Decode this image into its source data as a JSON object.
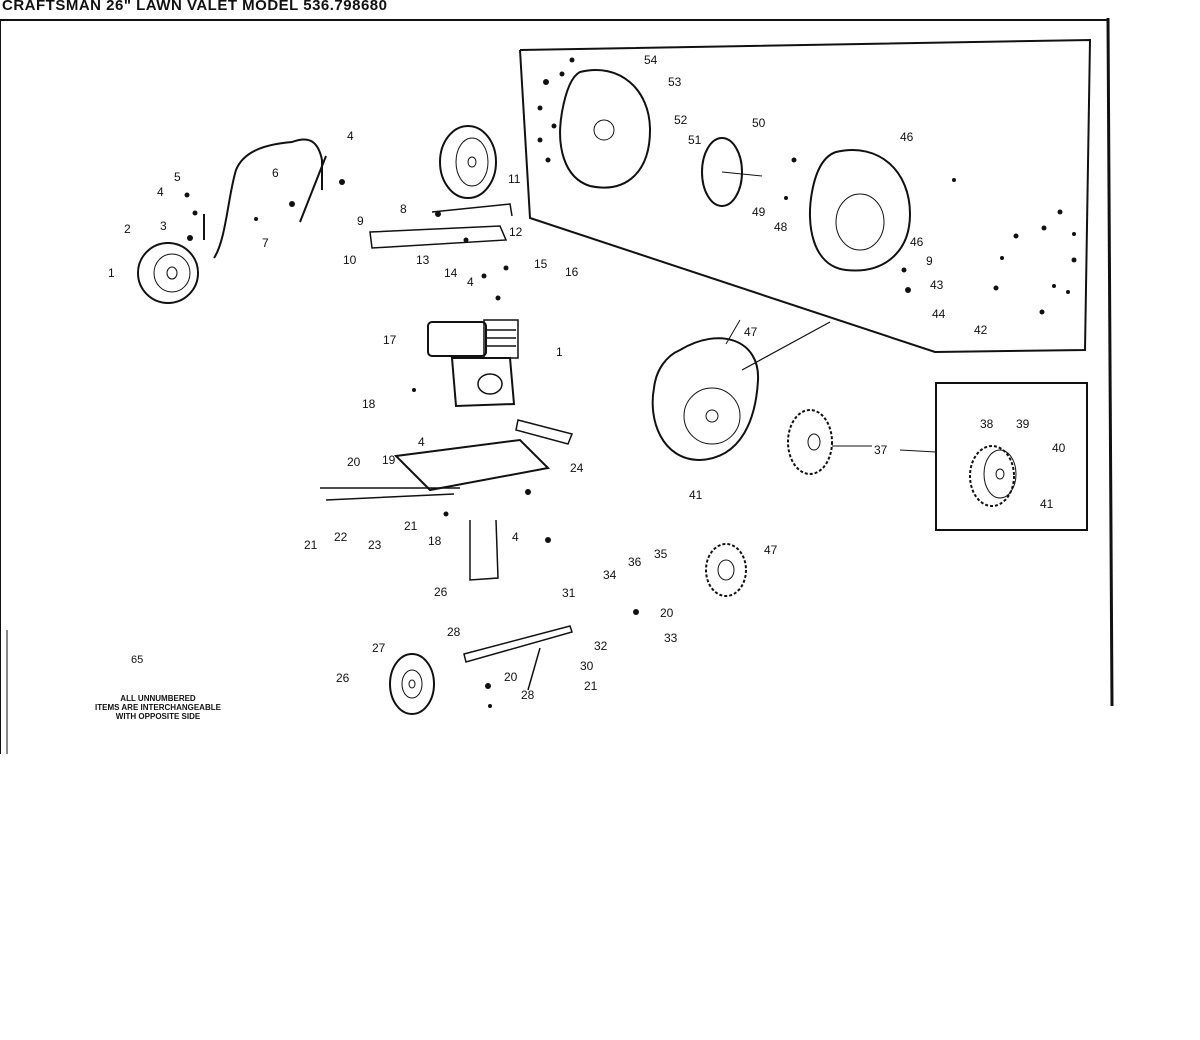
{
  "title": "CRAFTSMAN 26\" LAWN VALET MODEL 536.798680",
  "note": "ALL UNNUMBERED\nITEMS ARE INTERCHANGEABLE\nWITH OPPOSITE SIDE",
  "diagram_code": "65",
  "callouts": [
    "1",
    "2",
    "3",
    "4",
    "5",
    "6",
    "7",
    "4",
    "8",
    "9",
    "10",
    "11",
    "12",
    "13",
    "14",
    "4",
    "15",
    "16",
    "17",
    "1",
    "18",
    "4",
    "19",
    "20",
    "21",
    "22",
    "23",
    "21",
    "18",
    "24",
    "4",
    "26",
    "27",
    "26",
    "28",
    "20",
    "28",
    "30",
    "21",
    "31",
    "32",
    "33",
    "34",
    "36",
    "35",
    "20",
    "47",
    "42",
    "44",
    "43",
    "9",
    "46",
    "46",
    "41",
    "37",
    "38",
    "39",
    "40",
    "41",
    "47",
    "50",
    "51",
    "52",
    "49",
    "48",
    "53",
    "54"
  ]
}
